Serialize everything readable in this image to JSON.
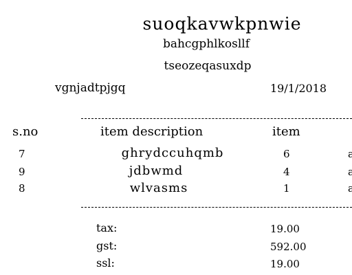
{
  "header": {
    "store_name": "suoqkavwkpnwie",
    "line1": "bahcgphlkosllf",
    "line2": "tseozeqasuxdp",
    "reference": "vgnjadtpjgq",
    "date": "19/1/2018"
  },
  "table": {
    "headers": [
      "s.no",
      "item description",
      "item"
    ],
    "rows": [
      {
        "sno": "7",
        "description": "ghrydccuhqmb",
        "qty": "6",
        "amount": "a"
      },
      {
        "sno": "9",
        "description": "jdbwmd",
        "qty": "4",
        "amount": "a"
      },
      {
        "sno": "8",
        "description": "wlvasms",
        "qty": "1",
        "amount": "a"
      }
    ]
  },
  "totals": [
    {
      "label": "tax:",
      "value": "19.00"
    },
    {
      "label": "gst:",
      "value": "592.00"
    },
    {
      "label": "ssl:",
      "value": "19.00"
    }
  ]
}
